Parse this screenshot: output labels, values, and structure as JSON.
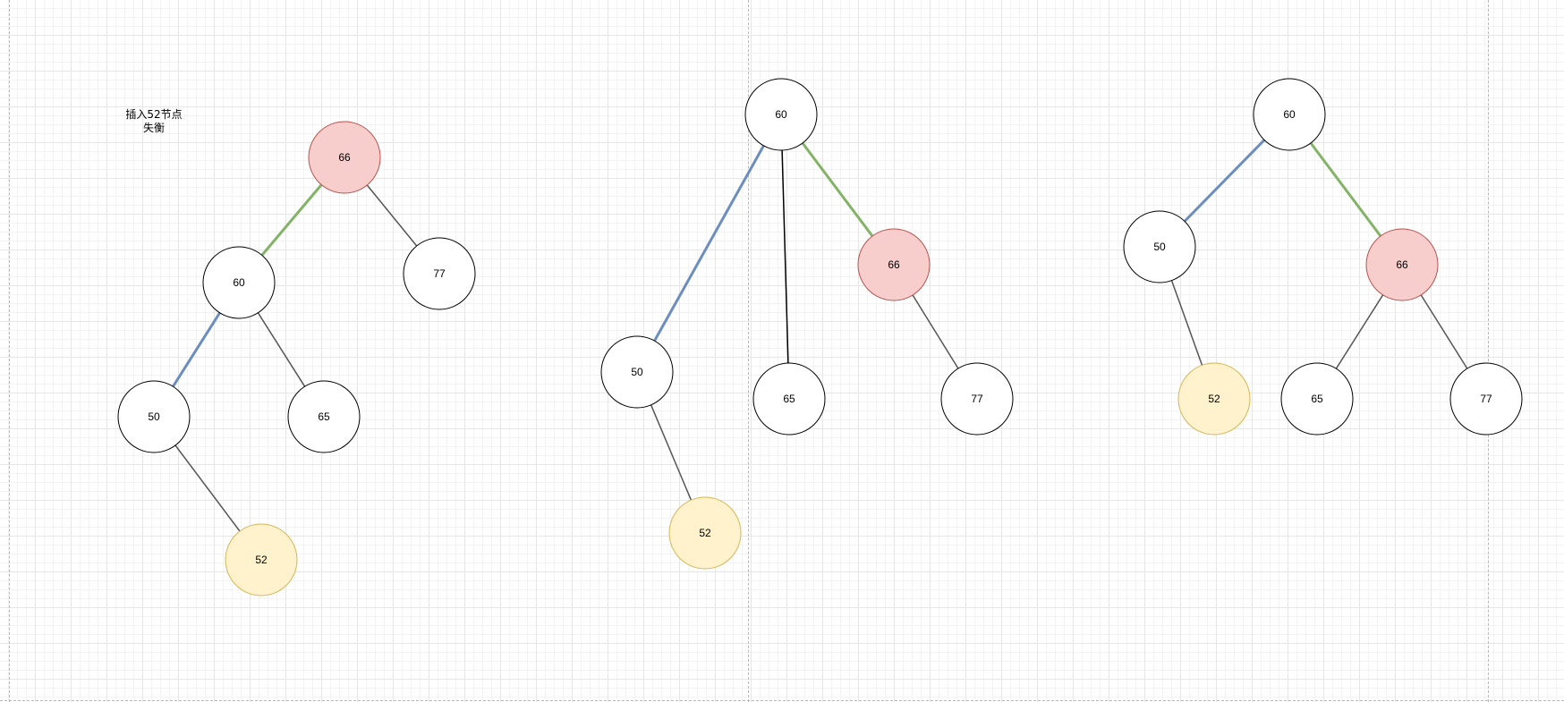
{
  "annotation": {
    "line1": "插入52节点",
    "line2": "失衡"
  },
  "colors": {
    "default_fill": "#ffffff",
    "default_stroke": "#000000",
    "unbalanced_fill": "#f8cecc",
    "unbalanced_stroke": "#b85450",
    "inserted_fill": "#fff2cc",
    "inserted_stroke": "#d6b656",
    "edge_default": "#555555",
    "edge_green": "#82b366",
    "edge_blue": "#6c8ebf"
  },
  "trees": [
    {
      "nodes": [
        {
          "label": "66",
          "style": "unbalanced"
        },
        {
          "label": "60",
          "style": "default"
        },
        {
          "label": "77",
          "style": "default"
        },
        {
          "label": "50",
          "style": "default"
        },
        {
          "label": "65",
          "style": "default"
        },
        {
          "label": "52",
          "style": "inserted"
        }
      ],
      "edges": [
        {
          "from": "66",
          "to": "60",
          "color": "green"
        },
        {
          "from": "66",
          "to": "77",
          "color": "default"
        },
        {
          "from": "60",
          "to": "50",
          "color": "blue"
        },
        {
          "from": "60",
          "to": "65",
          "color": "default"
        },
        {
          "from": "50",
          "to": "52",
          "color": "default"
        }
      ]
    },
    {
      "nodes": [
        {
          "label": "60",
          "style": "default"
        },
        {
          "label": "66",
          "style": "unbalanced"
        },
        {
          "label": "50",
          "style": "default"
        },
        {
          "label": "65",
          "style": "default"
        },
        {
          "label": "77",
          "style": "default"
        },
        {
          "label": "52",
          "style": "inserted"
        }
      ],
      "edges": [
        {
          "from": "60",
          "to": "50",
          "color": "blue"
        },
        {
          "from": "60",
          "to": "65",
          "color": "black"
        },
        {
          "from": "60",
          "to": "66",
          "color": "green"
        },
        {
          "from": "66",
          "to": "77",
          "color": "default"
        },
        {
          "from": "50",
          "to": "52",
          "color": "default"
        }
      ]
    },
    {
      "nodes": [
        {
          "label": "60",
          "style": "default"
        },
        {
          "label": "50",
          "style": "default"
        },
        {
          "label": "66",
          "style": "unbalanced"
        },
        {
          "label": "52",
          "style": "inserted"
        },
        {
          "label": "65",
          "style": "default"
        },
        {
          "label": "77",
          "style": "default"
        }
      ],
      "edges": [
        {
          "from": "60",
          "to": "50",
          "color": "blue"
        },
        {
          "from": "60",
          "to": "66",
          "color": "green"
        },
        {
          "from": "50",
          "to": "52",
          "color": "default"
        },
        {
          "from": "66",
          "to": "65",
          "color": "default"
        },
        {
          "from": "66",
          "to": "77",
          "color": "default"
        }
      ]
    }
  ]
}
